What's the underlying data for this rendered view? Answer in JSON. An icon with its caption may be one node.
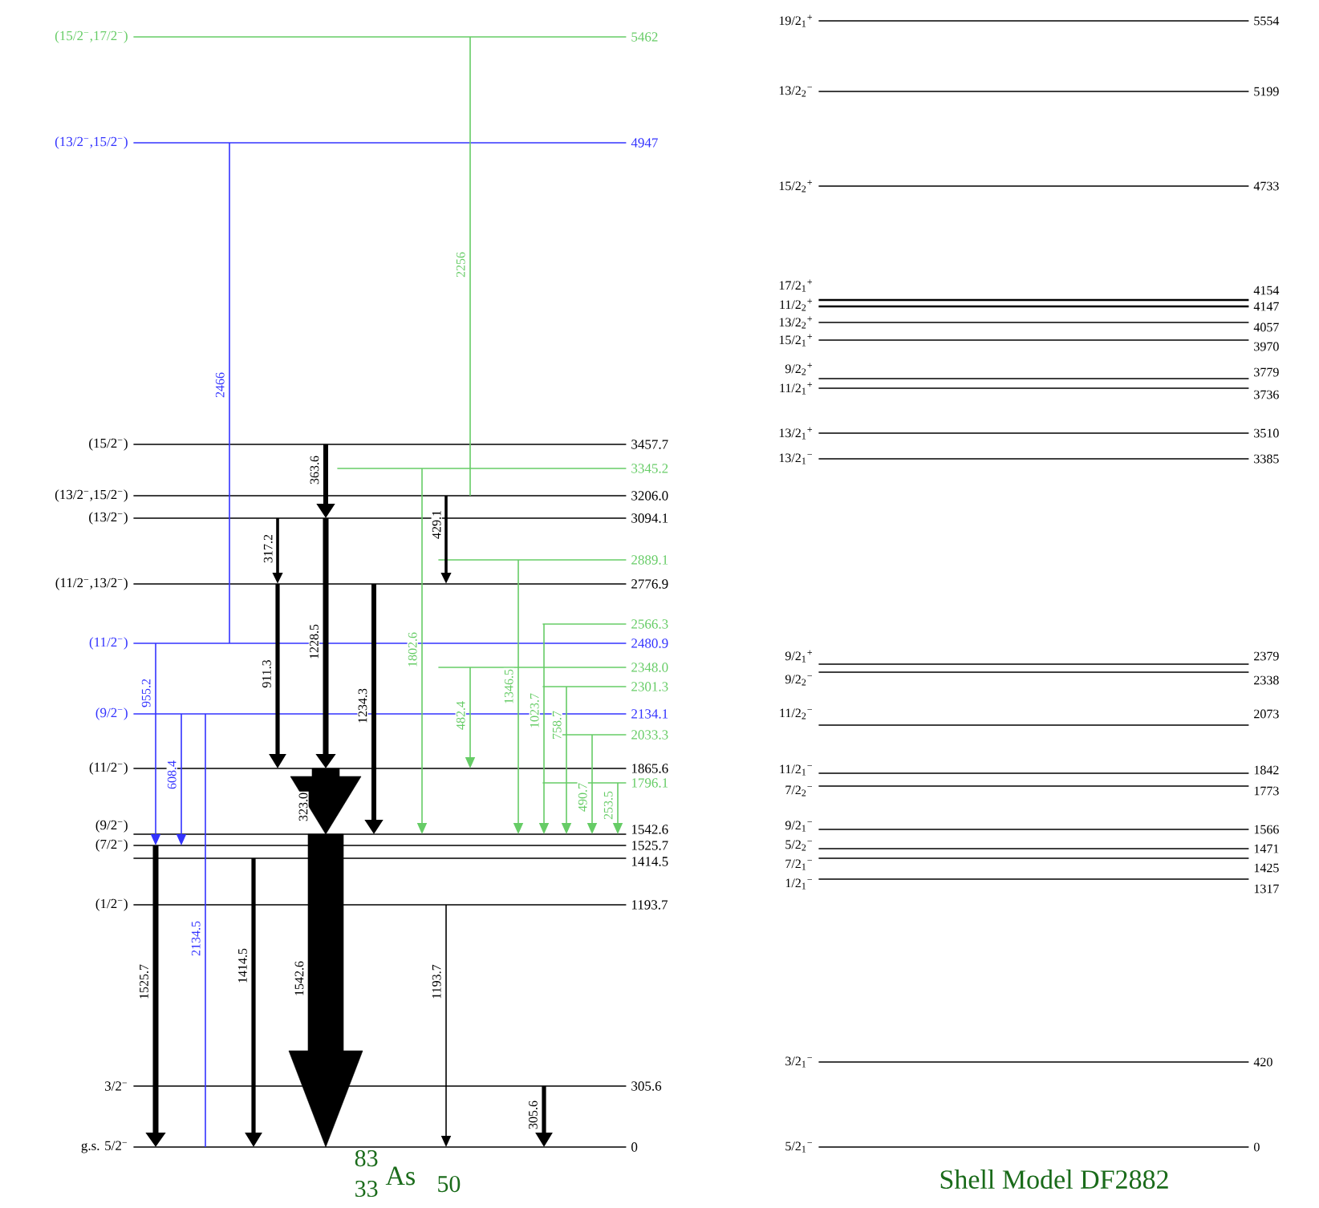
{
  "diagram": {
    "nodes": [
      {
        "text": [
          "(15/2$^{−}$,17/2$^{−}$)",
          "5462"
        ]
      },
      {
        "text": [
          "(13/2$^{−}$,15/2$^{−}$)",
          "4947"
        ]
      },
      {
        "text": [
          "(15/2$^{−}$)",
          "3457.7"
        ]
      },
      {
        "text": [
          "3345.2"
        ]
      },
      {
        "text": [
          "(13/2$^{−}$,15/2$^{−}$)",
          "3206.0"
        ]
      },
      {
        "text": [
          "(13/2$^{−}$)",
          "3094.1"
        ]
      },
      {
        "text": [
          "2889.1"
        ]
      },
      {
        "text": [
          "(11/2$^{−}$,13/2$^{−}$)",
          "2776.9"
        ]
      },
      {
        "text": [
          "2566.3"
        ]
      },
      {
        "text": [
          "(11/2$^{−}$)",
          "2480.9"
        ]
      },
      {
        "text": [
          "2348.0"
        ]
      },
      {
        "text": [
          "2301.3"
        ]
      },
      {
        "text": [
          "(9/2$^{−}$)",
          "2134.1"
        ]
      },
      {
        "text": [
          "2033.3"
        ]
      },
      {
        "text": [
          "(11/2$^{−}$)",
          "1865.6"
        ]
      },
      {
        "text": [
          "1796.1"
        ]
      },
      {
        "text": [
          "(9/2$^{−}$)",
          "1542.6"
        ]
      },
      {
        "text": [
          "(7/2$^{−}$)",
          "1525.7"
        ]
      },
      {
        "text": [
          "1414.5"
        ]
      },
      {
        "text": [
          "(1/2$^{−}$)",
          "1193.7"
        ]
      },
      {
        "text": [
          "3/2$^{−}$",
          "305.6"
        ]
      },
      {
        "text": [
          "g.s. 5/2$^{−}$",
          "0"
        ]
      },
      {
        "text": [
          "19/2$_{1}$$^{+}$",
          "5554"
        ]
      },
      {
        "text": [
          "13/2$_{2}$$^{−}$",
          "5199"
        ]
      },
      {
        "text": [
          "15/2$_{2}$$^{+}$",
          "4733"
        ]
      },
      {
        "text": [
          "17/2$_{1}$$^{+}$",
          "4154"
        ]
      },
      {
        "text": [
          "11/2$_{2}$$^{+}$",
          "4147"
        ]
      },
      {
        "text": [
          "13/2$_{2}$$^{+}$",
          "4057"
        ]
      },
      {
        "text": [
          "15/2$_{1}$$^{+}$",
          "3970"
        ]
      },
      {
        "text": [
          "9/2$_{2}$$^{+}$",
          "3779"
        ]
      },
      {
        "text": [
          "11/2$_{1}$$^{+}$",
          "3736"
        ]
      },
      {
        "text": [
          "13/2$_{1}$$^{+}$",
          "3510"
        ]
      },
      {
        "text": [
          "13/2$_{1}$$^{−}$",
          "3385"
        ]
      },
      {
        "text": [
          "9/2$_{1}$$^{+}$",
          "2379"
        ]
      },
      {
        "text": [
          "9/2$_{2}$$^{−}$",
          "2338"
        ]
      },
      {
        "text": [
          "11/2$_{2}$$^{−}$",
          "2073"
        ]
      },
      {
        "text": [
          "11/2$_{1}$$^{−}$",
          "1842"
        ]
      },
      {
        "text": [
          "7/2$_{2}$$^{−}$",
          "1773"
        ]
      },
      {
        "text": [
          "9/2$_{1}$$^{−}$",
          "1566"
        ]
      },
      {
        "text": [
          "5/2$_{2}$$^{−}$",
          "1471"
        ]
      },
      {
        "text": [
          "7/2$_{1}$$^{−}$",
          "1425"
        ]
      },
      {
        "text": [
          "1/2$_{1}$$^{−}$",
          "1317"
        ]
      },
      {
        "text": [
          "3/2$_{1}$$^{−}$",
          "420"
        ]
      },
      {
        "text": [
          "5/2$_{1}$$^{−}$",
          "0"
        ]
      }
    ],
    "edges": [
      {
        "from": 0,
        "to": 4,
        "arrow": "none",
        "label": "2256",
        "color": "#66cc66"
      },
      {
        "from": 1,
        "to": 9,
        "arrow": "none",
        "label": "2466",
        "color": "#3333ff"
      },
      {
        "from": 2,
        "to": 5,
        "arrow": "to",
        "label": "363.6",
        "style": "thick"
      },
      {
        "from": 4,
        "to": 7,
        "arrow": "to",
        "label": "429.1"
      },
      {
        "from": 5,
        "to": 7,
        "arrow": "to",
        "label": "317.2"
      },
      {
        "from": 5,
        "to": 14,
        "arrow": "to",
        "label": "1228.5",
        "style": "thick"
      },
      {
        "from": 7,
        "to": 14,
        "arrow": "to",
        "label": "911.3",
        "style": "thick"
      },
      {
        "from": 7,
        "to": 16,
        "arrow": "to",
        "label": "1234.3",
        "style": "thick"
      },
      {
        "from": 3,
        "to": 16,
        "arrow": "to",
        "label": "1802.6",
        "color": "#66cc66"
      },
      {
        "from": 10,
        "to": 14,
        "arrow": "to",
        "label": "482.4",
        "color": "#66cc66"
      },
      {
        "from": 6,
        "to": 16,
        "arrow": "to",
        "label": "1346.5",
        "color": "#66cc66"
      },
      {
        "from": 8,
        "to": 16,
        "arrow": "to",
        "label": "1023.7",
        "color": "#66cc66"
      },
      {
        "from": 11,
        "to": 16,
        "arrow": "to",
        "label": "758.7",
        "color": "#66cc66"
      },
      {
        "from": 13,
        "to": 16,
        "arrow": "to",
        "label": "490.7",
        "color": "#66cc66"
      },
      {
        "from": 15,
        "to": 16,
        "arrow": "to",
        "label": "253.5",
        "color": "#66cc66"
      },
      {
        "from": 14,
        "to": 16,
        "arrow": "to",
        "label": "323.0",
        "style": "thick"
      },
      {
        "from": 9,
        "to": 17,
        "arrow": "to",
        "label": "955.2",
        "color": "#3333ff"
      },
      {
        "from": 12,
        "to": 17,
        "arrow": "to",
        "label": "608.4",
        "color": "#3333ff"
      },
      {
        "from": 12,
        "to": 21,
        "arrow": "none",
        "label": "2134.5",
        "color": "#3333ff"
      },
      {
        "from": 17,
        "to": 21,
        "arrow": "to",
        "label": "1525.7",
        "style": "thick"
      },
      {
        "from": 18,
        "to": 21,
        "arrow": "to",
        "label": "1414.5",
        "style": "thick"
      },
      {
        "from": 16,
        "to": 21,
        "arrow": "to",
        "label": "1542.6",
        "style": "thick"
      },
      {
        "from": 19,
        "to": 21,
        "arrow": "to",
        "label": "1193.7"
      },
      {
        "from": 20,
        "to": 21,
        "arrow": "to",
        "label": "305.6",
        "style": "thick"
      }
    ],
    "labels": [
      "83",
      "33",
      "As",
      "50",
      "Shell Model DF2882"
    ]
  }
}
